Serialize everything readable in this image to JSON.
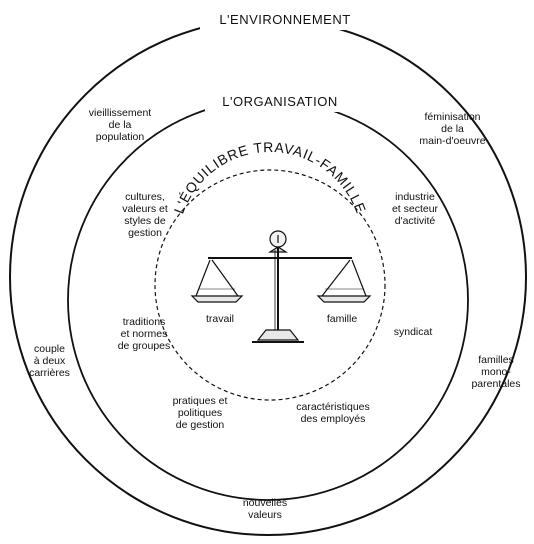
{
  "titles": {
    "environment": "L'ENVIRONNEMENT",
    "organisation": "L'ORGANISATION",
    "balance": "L'ÉQUILIBRE TRAVAIL-FAMILLE"
  },
  "scale": {
    "left_pan": "travail",
    "right_pan": "famille"
  },
  "organisation_factors": {
    "cultures": "cultures,\nvaleurs et\nstyles de\ngestion",
    "industrie": "industrie\net secteur\nd'activité",
    "traditions": "traditions\net normes\nde groupes",
    "syndicat": "syndicat",
    "pratiques": "pratiques et\npolitiques\nde gestion",
    "caracteristiques": "caractéristiques\ndes employés"
  },
  "environment_factors": {
    "vieillissement": "vieillissement\nde la\npopulation",
    "feminisation": "féminisation\nde la\nmain-d'oeuvre",
    "couple": "couple\nà deux\ncarrières",
    "familles": "familles\nmono-\nparentales",
    "nouvelles_valeurs": "nouvelles\nvaleurs"
  }
}
